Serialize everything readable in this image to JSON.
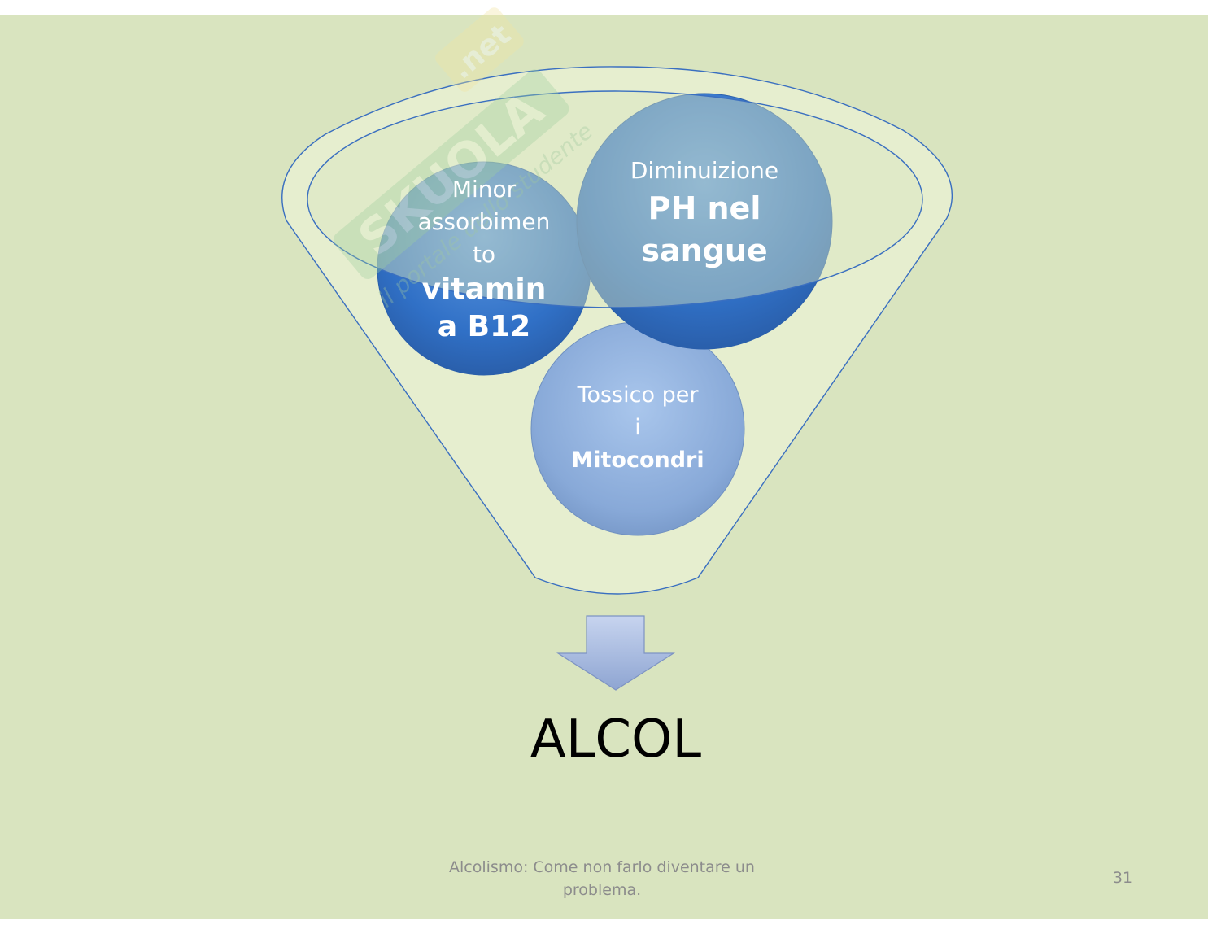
{
  "diagram": {
    "circles": [
      {
        "id": "vitamin",
        "lines_plain": [
          "Minor",
          "assorbimen",
          "to"
        ],
        "lines_bold": [
          "vitamin",
          "a B12"
        ]
      },
      {
        "id": "ph",
        "lines_plain": [
          "Diminuizione"
        ],
        "lines_bold": [
          "PH nel",
          "sangue"
        ]
      },
      {
        "id": "mito",
        "lines_plain": [
          "Tossico per",
          "i"
        ],
        "lines_bold": [
          "Mitocondri"
        ]
      }
    ],
    "main_label": "ALCOL"
  },
  "watermark": {
    "brand": "SKUOLA.net",
    "tagline": "il portale dello studente"
  },
  "footer": {
    "text_line1": "Alcolismo: Come non farlo diventare un",
    "text_line2": "problema.",
    "page_number": "31"
  },
  "colors": {
    "background": "#d9e4bf",
    "circle_dark": "#2e6cc4",
    "circle_light": "#8fb0dc",
    "funnel_fill": "#e6eecf",
    "funnel_stroke": "#3a6fc0"
  }
}
